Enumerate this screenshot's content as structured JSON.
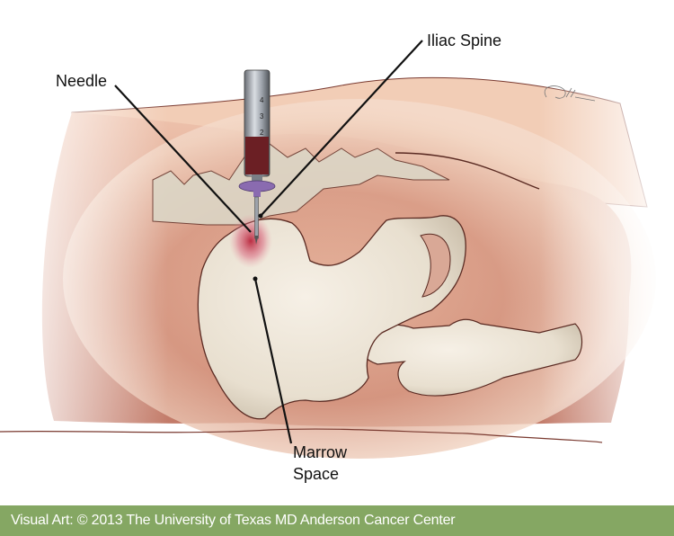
{
  "illustration": {
    "subject": "Bone marrow aspiration from posterior iliac crest",
    "labels": {
      "needle": "Needle",
      "iliac_spine": "Iliac Spine",
      "marrow_space_line1": "Marrow",
      "marrow_space_line2": "Space"
    },
    "syringe": {
      "scale_marks": [
        "2",
        "3",
        "4"
      ],
      "hub_color": "#8a6bb0",
      "blood_color": "#6b1f24"
    },
    "colors": {
      "skin_light": "#f3d9c6",
      "skin_mid": "#e2ab92",
      "skin_dark": "#b9685a",
      "bone": "#ece4d6",
      "bone_shadow": "#c9bfae",
      "outline": "#5a2a22",
      "marrow_spot": "#c8364a",
      "leader_line": "#111111"
    }
  },
  "footer": {
    "credit": "Visual Art: © 2013 The University of Texas MD Anderson Cancer Center",
    "background": "#85a763"
  }
}
